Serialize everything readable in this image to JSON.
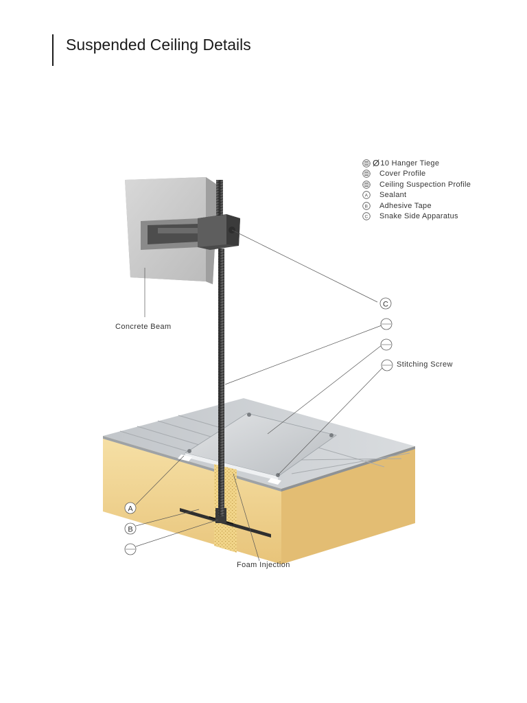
{
  "title": "Suspended Ceiling Details",
  "legend": [
    {
      "key": "cover",
      "prefix": "Ø",
      "label": "10 Hanger Tiege"
    },
    {
      "key": "cover2",
      "prefix": "",
      "label": "Cover Profile"
    },
    {
      "key": "cover3",
      "prefix": "",
      "label": "Ceiling Suspection Profile"
    },
    {
      "key": "A",
      "prefix": "",
      "label": "Sealant"
    },
    {
      "key": "B",
      "prefix": "",
      "label": "Adhesive Tape"
    },
    {
      "key": "C",
      "prefix": "",
      "label": "Snake Side Apparatus"
    }
  ],
  "callouts": {
    "concrete_beam": "Concrete Beam",
    "stitching_screw": "Stitching Screw",
    "foam_injection": "Foam Injection",
    "marker_a": "A",
    "marker_b": "B",
    "marker_c": "C"
  },
  "colors": {
    "foam": "#f3d9a0",
    "metal": "#c9ccd0",
    "concrete": "#cfcfcf",
    "rod": "#4a4a4a"
  }
}
